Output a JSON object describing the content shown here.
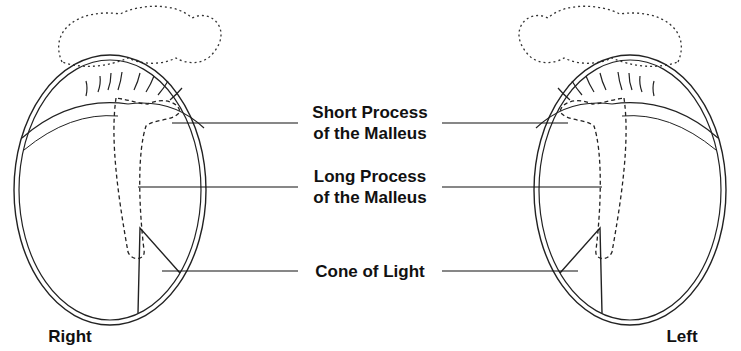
{
  "diagram": {
    "labels": [
      "Short Process of the Malleus",
      "Long Process of the Malleus",
      "Cone of Light",
      "Right",
      "Left"
    ]
  }
}
